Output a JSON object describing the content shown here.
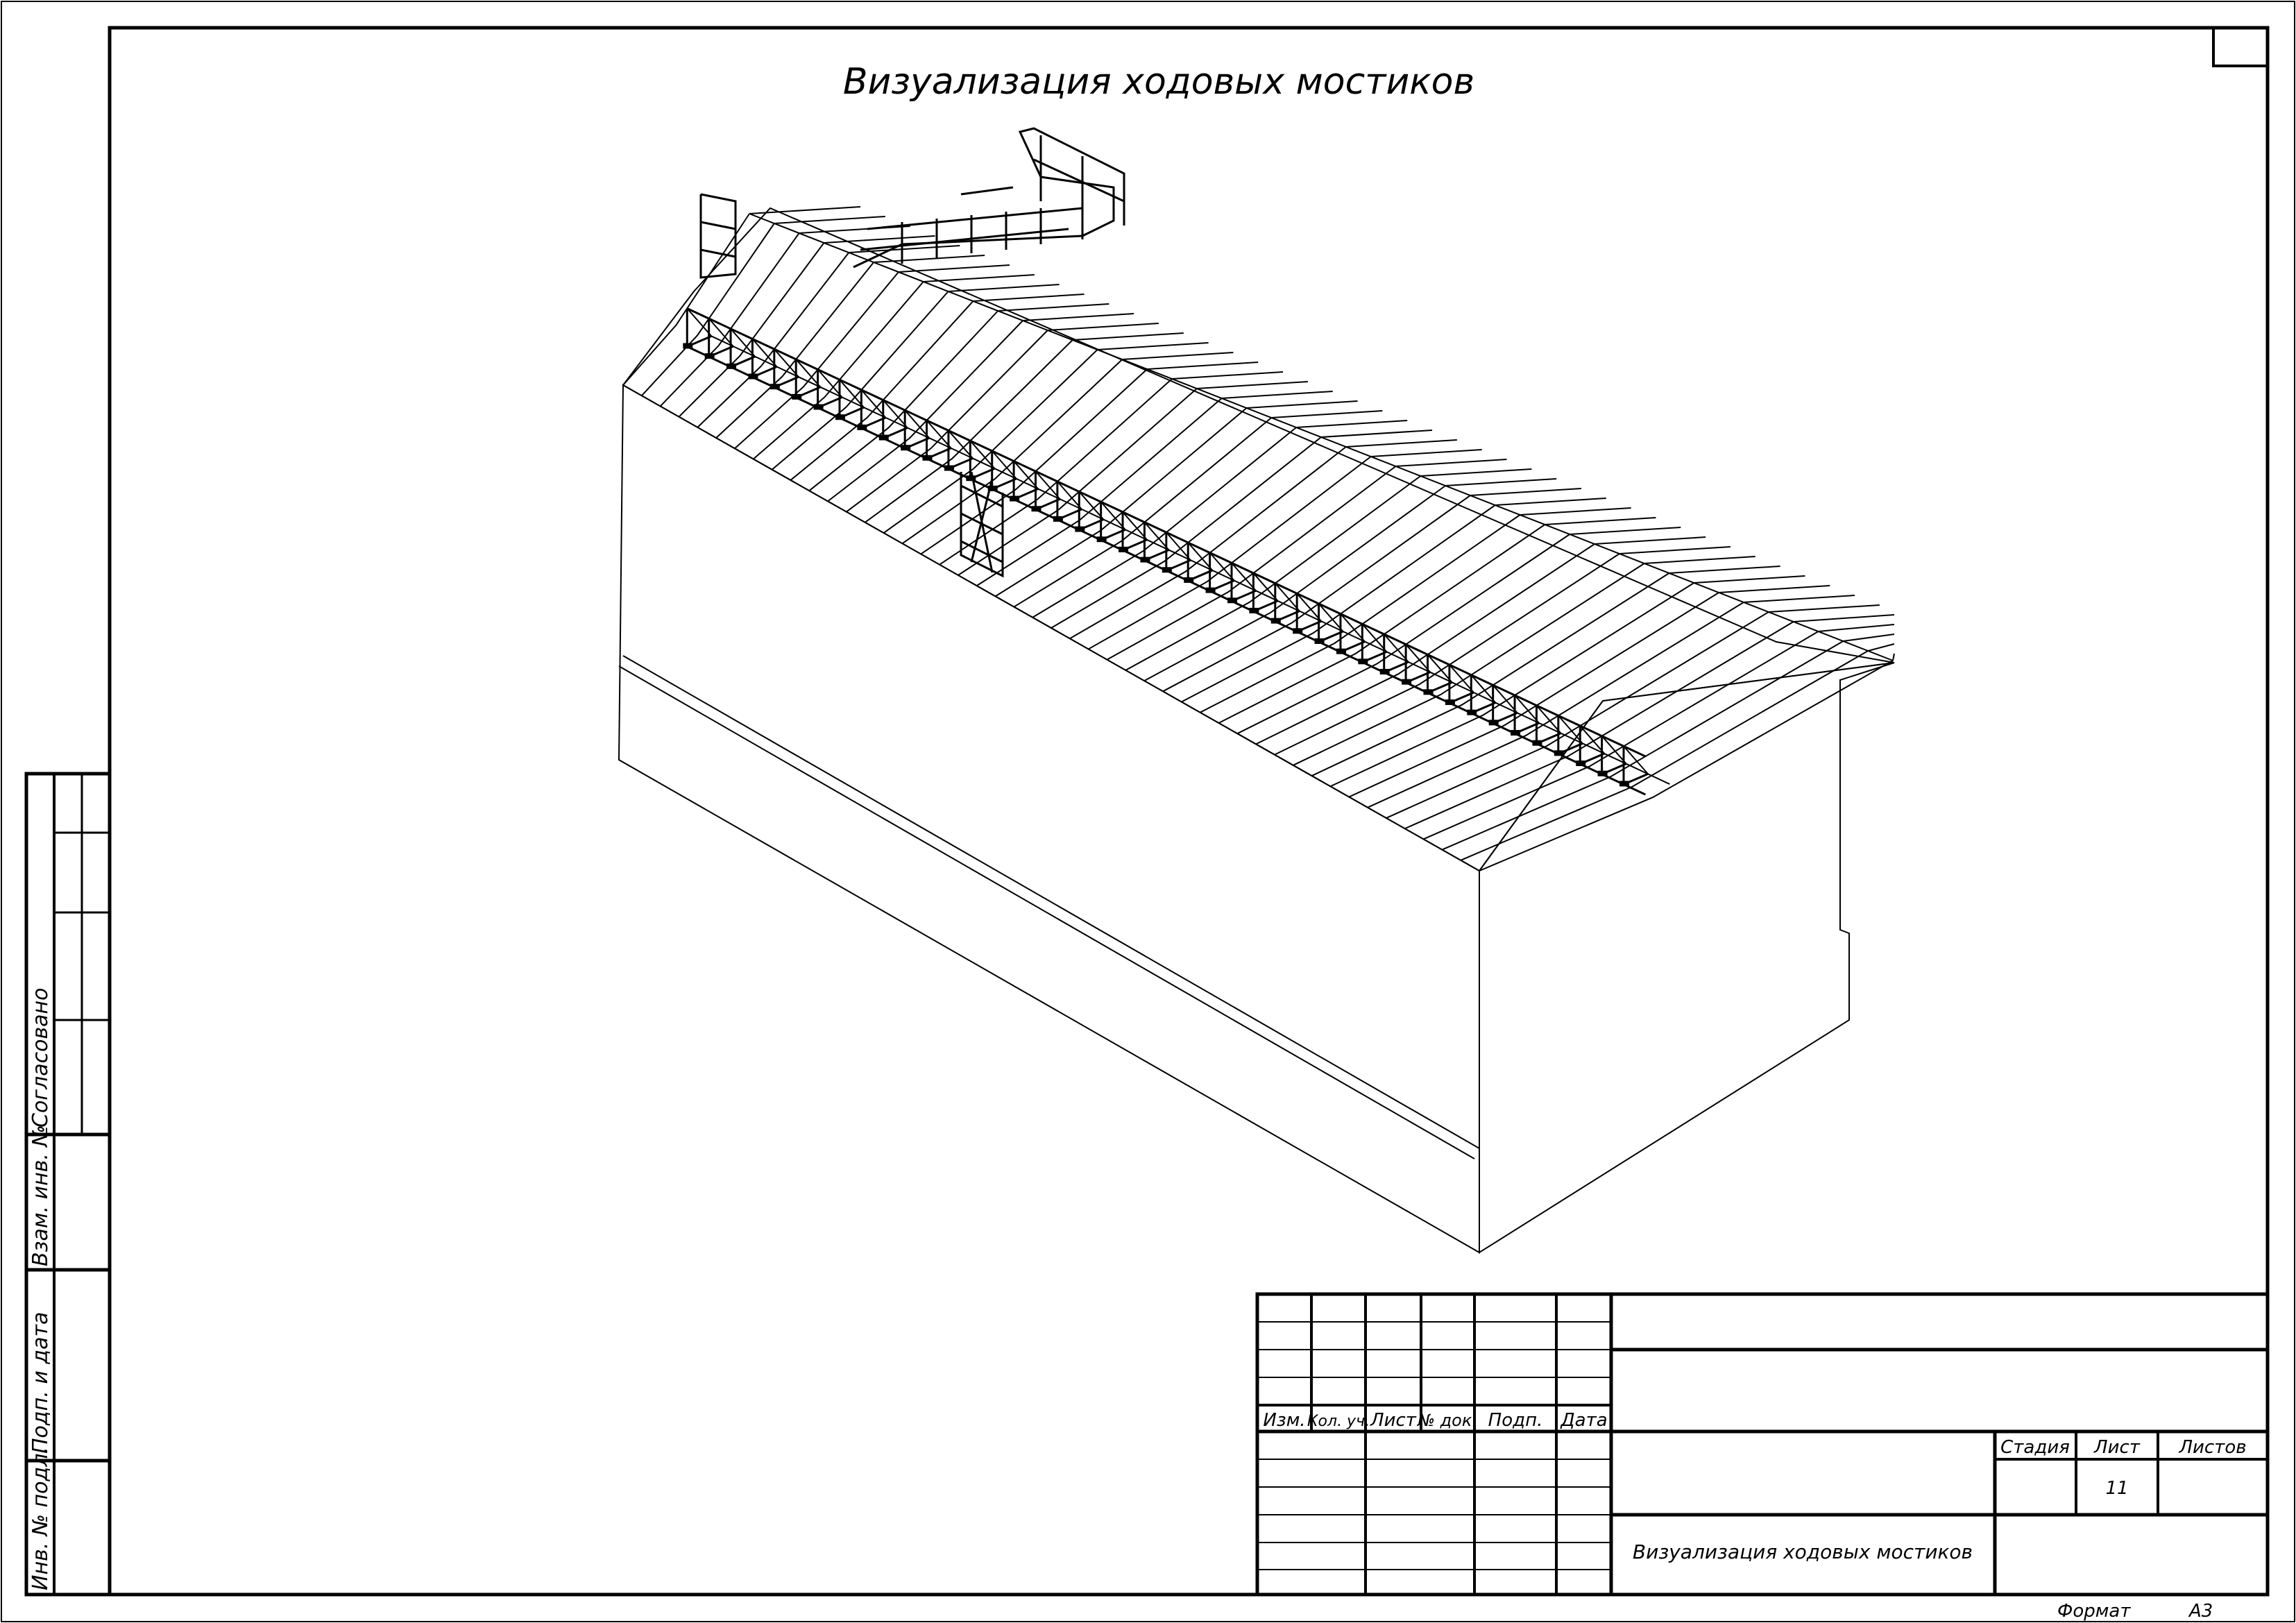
{
  "sheet": {
    "title": "Визуализация ходовых мостиков"
  },
  "side_stamp": {
    "agreed": "Согласовано",
    "replace_inv": "Взам. инв. №",
    "sign_date": "Подп. и дата",
    "orig_inv": "Инв. № подл."
  },
  "title_block": {
    "headers": [
      "Изм.",
      "Кол. уч.",
      "Лист",
      "№ док.",
      "Подп.",
      "Дата"
    ],
    "stage_label": "Стадия",
    "sheet_label": "Лист",
    "sheets_label": "Листов",
    "sheet_number": "11",
    "name": "Визуализация ходовых мостиков"
  },
  "format": {
    "label": "Формат",
    "value": "А3"
  }
}
